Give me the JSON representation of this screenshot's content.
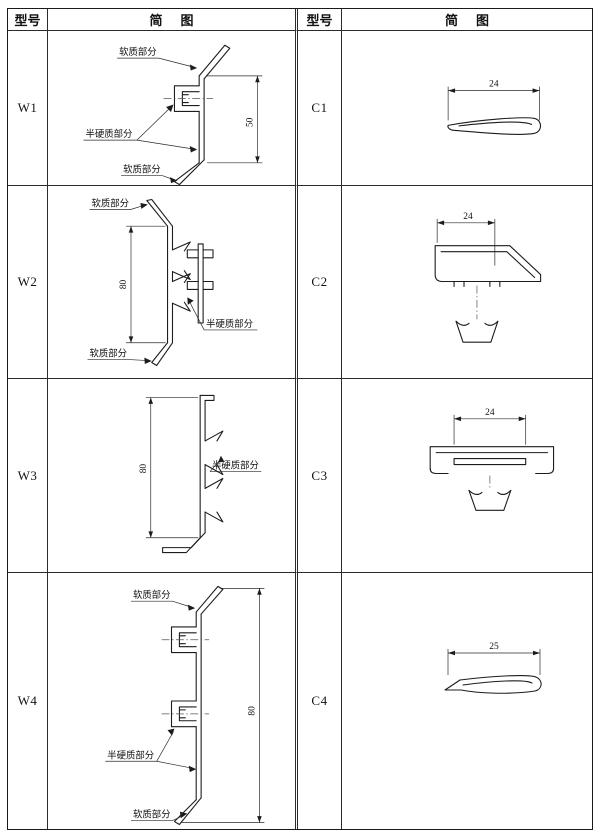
{
  "header": {
    "model_col": "型号",
    "diagram_col": "简图"
  },
  "models": {
    "w1": "W1",
    "w2": "W2",
    "w3": "W3",
    "w4": "W4",
    "c1": "C1",
    "c2": "C2",
    "c3": "C3",
    "c4": "C4"
  },
  "labels": {
    "soft": "软质部分",
    "semi_rigid": "半硬质部分"
  },
  "dims": {
    "w1_height": "50",
    "w2_height": "80",
    "w3_height": "80",
    "w4_height": "80",
    "c1_width": "24",
    "c2_width": "24",
    "c3_width": "24",
    "c4_width": "25"
  }
}
